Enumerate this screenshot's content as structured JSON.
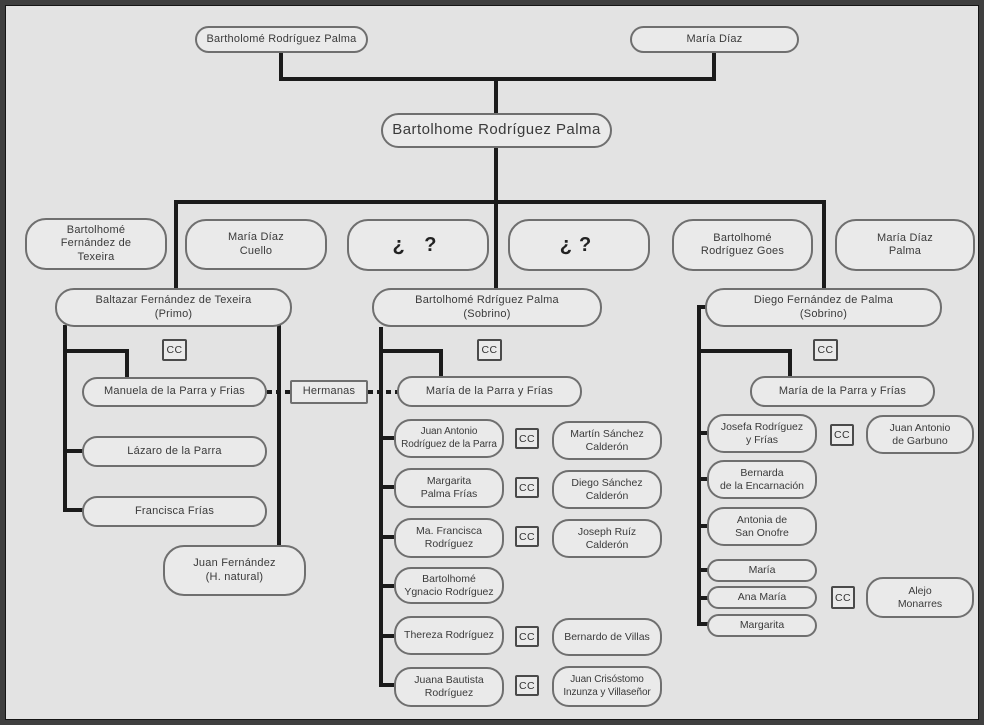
{
  "colors": {
    "background": "#e3e3e3",
    "node_fill": "#eaeaea",
    "node_border": "#6f6f6f",
    "line": "#1b1b1b",
    "frame": "#3f3f3f"
  },
  "tree": {
    "gen1": {
      "father": "Bartholomé Rodríguez Palma",
      "mother": "María Díaz"
    },
    "gen2": {
      "heir": "Bartolhome Rodríguez Palma"
    },
    "gen3": [
      {
        "name": "Bartolhomé\nFernández de\nTexeira"
      },
      {
        "name": "María Díaz\nCuello"
      },
      {
        "name": "¿ ?"
      },
      {
        "name": "¿?"
      },
      {
        "name": "Bartolhomé\nRodríguez Goes"
      },
      {
        "name": "María Díaz\nPalma"
      }
    ],
    "left": {
      "head": "Baltazar Fernández de Texeira\n(Primo)",
      "cc": "CC",
      "spouse": "Manuela de la Parra y Frias",
      "link_label": "Hermanas",
      "children": [
        {
          "name": "Lázaro de la Parra"
        },
        {
          "name": "Francisca Frías"
        },
        {
          "name": "Juan Fernández\n(H. natural)"
        }
      ]
    },
    "middle": {
      "head": "Bartolhomé Rdríguez Palma\n(Sobrino)",
      "cc": "CC",
      "spouse": "María de la Parra y Frías",
      "children": [
        {
          "name": "Juan Antonio\nRodríguez de la Parra",
          "cc": "CC",
          "spouse": "Martín Sánchez\nCalderón"
        },
        {
          "name": "Margarita\nPalma Frías",
          "cc": "CC",
          "spouse": "Diego Sánchez\nCalderón"
        },
        {
          "name": "Ma. Francisca\nRodríguez",
          "cc": "CC",
          "spouse": "Joseph Ruíz\nCalderón"
        },
        {
          "name": "Bartolhomé\nYgnacio Rodríguez"
        },
        {
          "name": "Thereza Rodríguez",
          "cc": "CC",
          "spouse": "Bernardo de Villas"
        },
        {
          "name": "Juana Bautista\nRodríguez",
          "cc": "CC",
          "spouse": "Juan Crisóstomo\nInzunza y Villaseñor"
        }
      ]
    },
    "right": {
      "head": "Diego Fernández de Palma\n(Sobrino)",
      "cc": "CC",
      "spouse": "María de la Parra y Frías",
      "children": [
        {
          "name": "Josefa Rodríguez\ny Frías",
          "cc": "CC",
          "spouse": "Juan Antonio\nde Garbuno"
        },
        {
          "name": "Bernarda\nde la Encarnación"
        },
        {
          "name": "Antonia de\nSan Onofre"
        },
        {
          "name": "María"
        },
        {
          "name": "Ana María",
          "cc": "CC",
          "spouse": "Alejo\nMonarres"
        },
        {
          "name": "Margarita"
        }
      ]
    }
  }
}
